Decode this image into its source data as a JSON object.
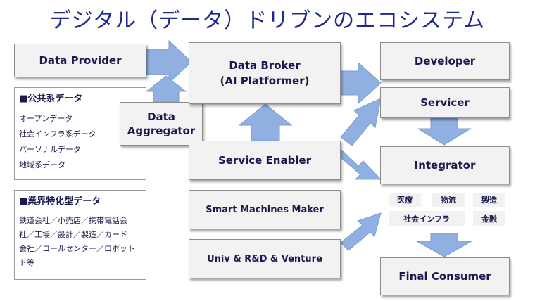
{
  "title": "デジタル（データ）ドリブンのエコシステム",
  "boxes": {
    "data_provider": "Data Provider",
    "data_broker_l1": "Data Broker",
    "data_broker_l2": "(AI Platformer)",
    "data_aggregator_l1": "Data",
    "data_aggregator_l2": "Aggregator",
    "service_enabler": "Service Enabler",
    "smart_machines_maker": "Smart Machines Maker",
    "univ_rd_venture": "Univ & R&D & Venture",
    "developer": "Developer",
    "servicer": "Servicer",
    "integrator": "Integrator",
    "final_consumer": "Final Consumer"
  },
  "public_data": {
    "heading": "■公共系データ",
    "items": [
      "オープンデータ",
      "社会インフラ系データ",
      "パーソナルデータ",
      "地域系データ"
    ]
  },
  "industry_data": {
    "heading": "■業界特化型データ",
    "lines": [
      "鉄道会社／小売店／携帯電話会",
      "社／工場／設計／製造／カード",
      "会社／コールセンター／ロボット",
      "ト等"
    ]
  },
  "tags": [
    "医療",
    "物流",
    "製造",
    "社会インフラ",
    "金融"
  ],
  "colors": {
    "arrow": "#8fb0e0",
    "title": "#1f2a8a",
    "box_fill": "#f2f2f2"
  }
}
